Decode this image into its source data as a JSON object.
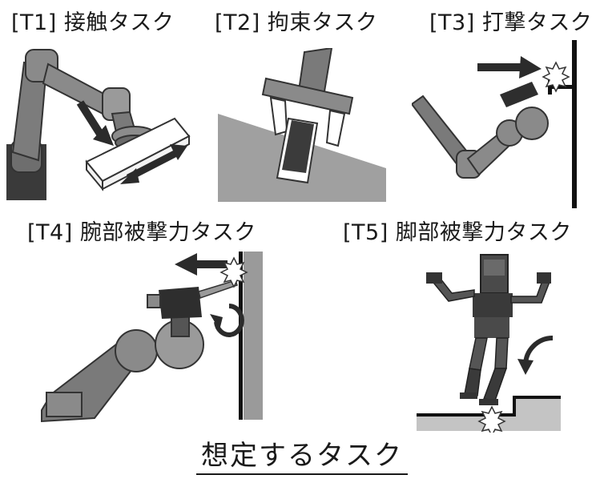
{
  "tasks": [
    {
      "id": "T1",
      "label": "[T1] 接触タスク"
    },
    {
      "id": "T2",
      "label": "[T2] 拘束タスク"
    },
    {
      "id": "T3",
      "label": "[T3] 打撃タスク"
    },
    {
      "id": "T4",
      "label": "[T4] 腕部被撃力タスク"
    },
    {
      "id": "T5",
      "label": "[T5] 脚部被撃力タスク"
    }
  ],
  "caption": "想定するタスク",
  "colors": {
    "arrow": "#2b2b2b",
    "robot_dark": "#3a3a3a",
    "robot_mid": "#7a7a7a",
    "robot_light": "#a9a9a9",
    "surface": "#a0a0a0",
    "wall": "#9a9a9a"
  }
}
